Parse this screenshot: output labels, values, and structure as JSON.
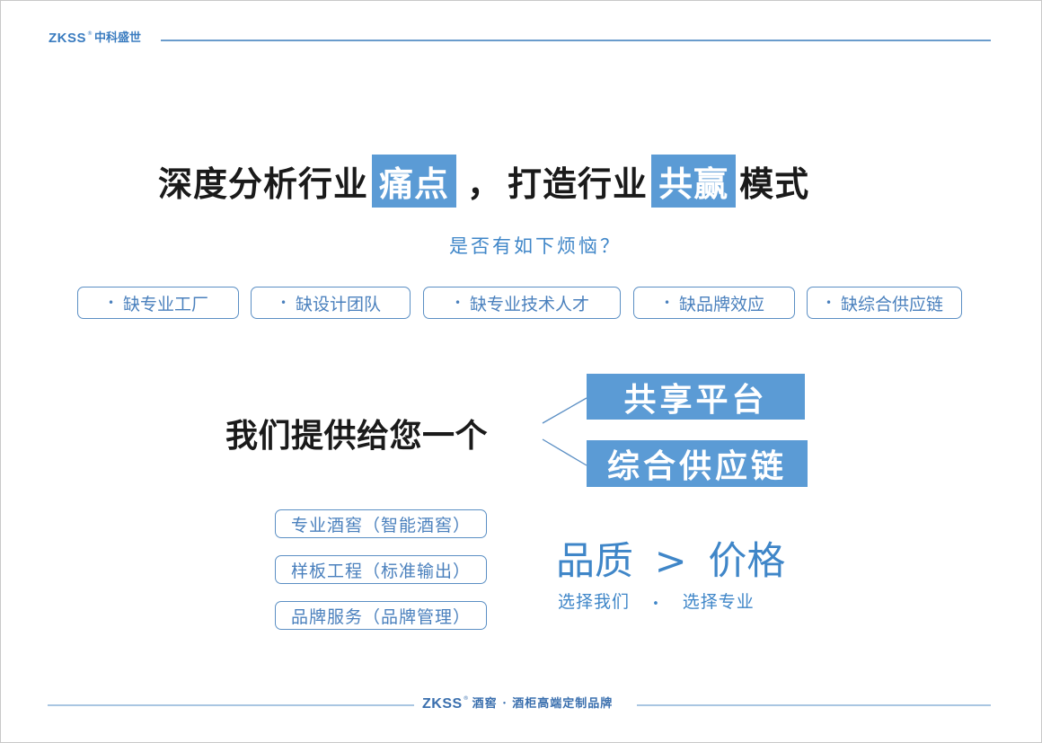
{
  "header": {
    "brand_latin": "ZKSS",
    "brand_mark": "®",
    "brand_cn": "中科盛世"
  },
  "title": {
    "part1": "深度分析行业",
    "highlight1": "痛点",
    "comma": "，",
    "part2": "打造行业",
    "highlight2": "共赢",
    "part3": "模式"
  },
  "subtitle": "是否有如下烦恼？",
  "pain_points": [
    {
      "label": "缺专业工厂"
    },
    {
      "label": "缺设计团队"
    },
    {
      "label": "缺专业技术人才"
    },
    {
      "label": "缺品牌效应"
    },
    {
      "label": "缺综合供应链"
    }
  ],
  "bullet": "•",
  "offer": {
    "text": "我们提供给您一个",
    "options": [
      {
        "label": "共享平台"
      },
      {
        "label": "综合供应链"
      }
    ]
  },
  "services": [
    {
      "label": "专业酒窖（智能酒窖）"
    },
    {
      "label": "样板工程（标准输出）"
    },
    {
      "label": "品牌服务（品牌管理）"
    }
  ],
  "slogan": {
    "left": "品质",
    "symbol": ">",
    "right": "价格",
    "sub_left": "选择我们",
    "sub_sep": "•",
    "sub_right": "选择专业"
  },
  "footer": {
    "brand_latin": "ZKSS",
    "brand_mark": "®",
    "tagline": "酒窖 · 酒柜高端定制品牌"
  },
  "colors": {
    "accent_blue": "#5b9bd5",
    "text_blue": "#3f86c8",
    "title_black": "#1a1a1a"
  }
}
